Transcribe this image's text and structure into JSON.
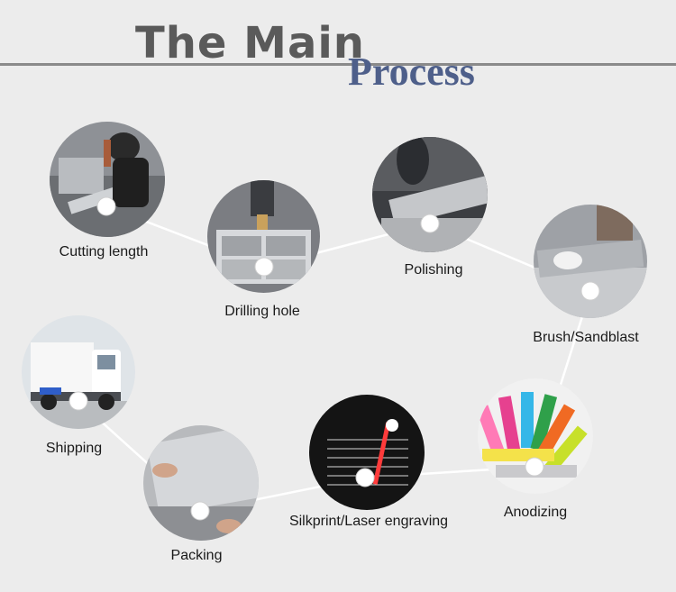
{
  "title": {
    "line1": "The Main",
    "line2": "Process"
  },
  "steps": [
    {
      "label": "Cutting length",
      "icon": "cutting-machine-photo"
    },
    {
      "label": "Drilling hole",
      "icon": "drilling-photo"
    },
    {
      "label": "Polishing",
      "icon": "polishing-photo"
    },
    {
      "label": "Brush/Sandblast",
      "icon": "brushing-photo"
    },
    {
      "label": "Anodizing",
      "icon": "anodized-profiles-photo"
    },
    {
      "label": "Silkprint/Laser engraving",
      "icon": "laser-engraving-photo"
    },
    {
      "label": "Packing",
      "icon": "packing-photo"
    },
    {
      "label": "Shipping",
      "icon": "truck-photo"
    }
  ]
}
